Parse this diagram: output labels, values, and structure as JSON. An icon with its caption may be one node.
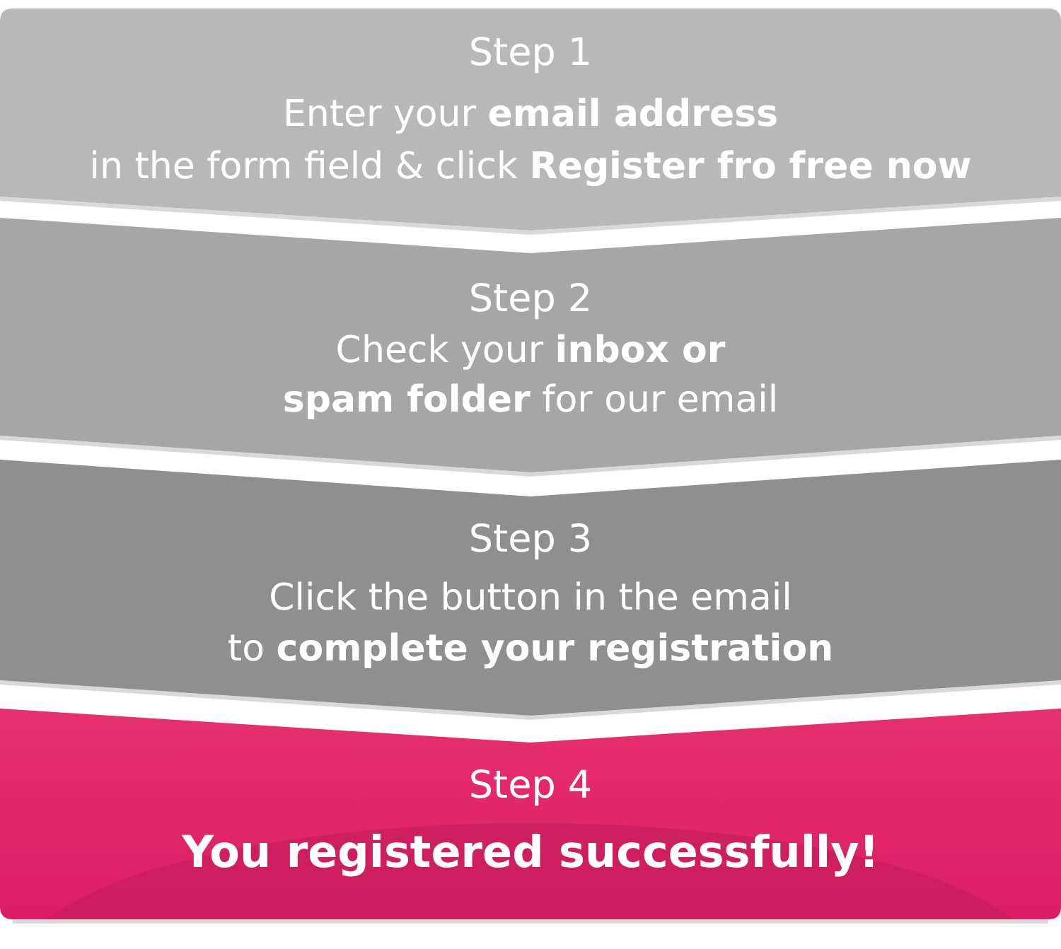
{
  "diagram": {
    "nodes": [
      {
        "text": [
          "Step 1",
          "Enter your **email address** in the form field & click **Register fro free now**"
        ]
      },
      {
        "text": [
          "Step 2",
          "Check your **inbox or** **spam folder** for our email"
        ]
      },
      {
        "text": [
          "Step 3",
          "Click the button in the email to **complete your registration**"
        ]
      },
      {
        "text": [
          "Step 4",
          "You registered successfully!"
        ]
      }
    ]
  }
}
